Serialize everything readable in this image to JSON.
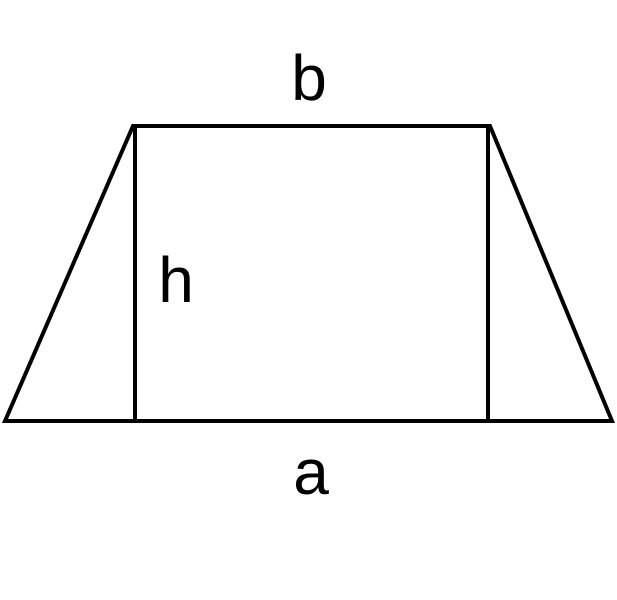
{
  "diagram": {
    "labels": {
      "top": "b",
      "height": "h",
      "bottom": "a"
    },
    "stroke_color": "#000000",
    "background_color": "#ffffff"
  }
}
